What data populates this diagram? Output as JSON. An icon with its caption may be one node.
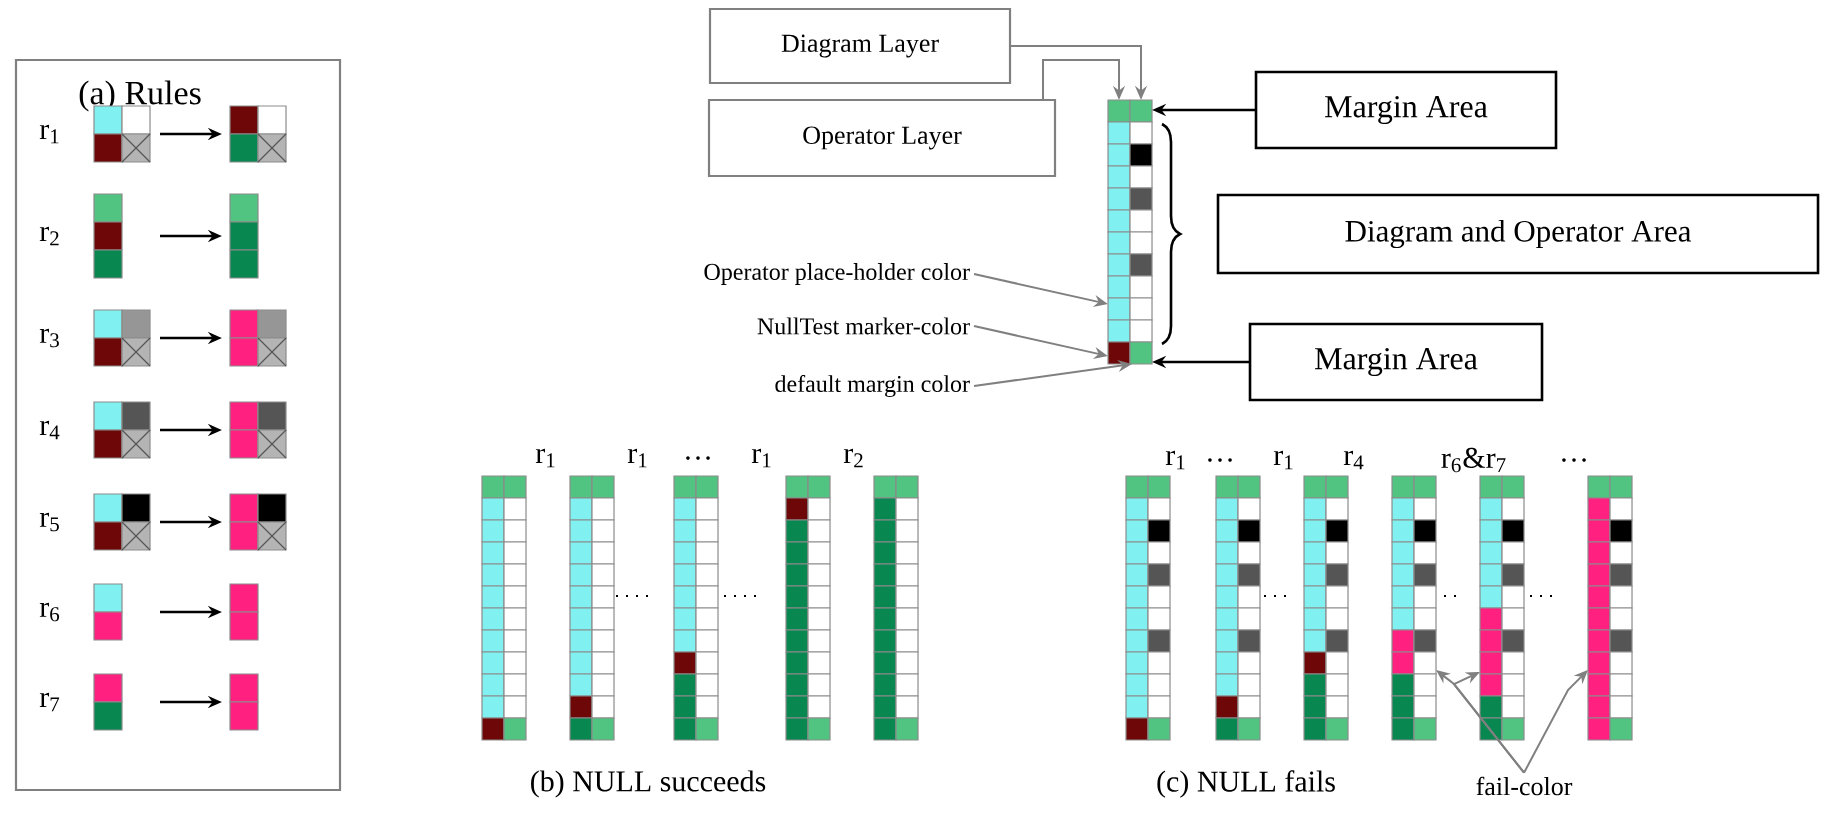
{
  "diagram": {
    "nodes": [
      {
        "text": [
          "(a) Rules"
        ]
      },
      {
        "text": [],
        "shape": "box",
        "in": 0
      },
      {
        "text": [],
        "shape": "box",
        "in": 0
      },
      {
        "text": [],
        "shape": "box",
        "in": 0
      },
      {
        "text": [],
        "shape": "box",
        "in": 0
      },
      {
        "text": [],
        "shape": "box",
        "in": 0
      },
      {
        "text": [],
        "shape": "box",
        "in": 0
      },
      {
        "text": [],
        "shape": "box",
        "in": 0
      },
      {
        "text": [],
        "shape": "box",
        "in": 0
      },
      {
        "text": [],
        "shape": "box",
        "in": 0
      },
      {
        "text": [],
        "shape": "box",
        "in": 0
      },
      {
        "text": [],
        "shape": "box",
        "in": 0
      },
      {
        "text": [],
        "shape": "box",
        "in": 0
      },
      {
        "text": [],
        "shape": "box",
        "in": 0
      },
      {
        "text": [],
        "shape": "box",
        "in": 0
      },
      {
        "text": [
          "Diagram Layer"
        ]
      },
      {
        "text": [
          "Operator Layer"
        ]
      },
      {
        "text": [],
        "shape": "box"
      },
      {
        "text": [
          "Margin Area"
        ]
      },
      {
        "text": [
          "Diagram and Operator Area"
        ]
      },
      {
        "text": [
          "Operator place-holder color"
        ]
      },
      {
        "text": [
          "NullTest marker-color"
        ]
      },
      {
        "text": [
          "default margin color"
        ]
      },
      {
        "text": [
          "Margin Area"
        ]
      },
      {
        "text": [],
        "shape": "box"
      },
      {
        "text": [],
        "shape": "box"
      },
      {
        "text": [],
        "shape": "box"
      },
      {
        "text": [
          "fail-color"
        ]
      }
    ],
    "edges": [
      {
        "from": 1,
        "to": 2,
        "arrow": "to"
      },
      {
        "from": 3,
        "to": 4,
        "arrow": "to"
      },
      {
        "from": 5,
        "to": 6,
        "arrow": "to"
      },
      {
        "from": 7,
        "to": 8,
        "arrow": "to"
      },
      {
        "from": 9,
        "to": 10,
        "arrow": "to"
      },
      {
        "from": 11,
        "to": 12,
        "arrow": "to"
      },
      {
        "from": 13,
        "to": 14,
        "arrow": "to"
      },
      {
        "from": 15,
        "to": 17,
        "arrow": "to",
        "color": "#808080"
      },
      {
        "from": 16,
        "to": 17,
        "arrow": "to",
        "color": "#808080"
      },
      {
        "from": 18,
        "to": 17,
        "arrow": "to"
      },
      {
        "from": 20,
        "to": 17,
        "arrow": "to",
        "color": "#808080"
      },
      {
        "from": 21,
        "to": 17,
        "arrow": "to",
        "color": "#808080"
      },
      {
        "from": 22,
        "to": 17,
        "arrow": "to",
        "color": "#808080"
      },
      {
        "from": 23,
        "to": 17,
        "arrow": "to"
      },
      {
        "from": 27,
        "to": 24,
        "arrow": "to",
        "color": "#808080"
      },
      {
        "from": 27,
        "to": 25,
        "arrow": "to",
        "color": "#808080"
      },
      {
        "from": 27,
        "to": 26,
        "arrow": "to",
        "color": "#808080"
      }
    ],
    "labels": [
      "r$_{1}$",
      "r$_{2}$",
      "r$_{3}$",
      "r$_{4}$",
      "r$_{5}$",
      "r$_{6}$",
      "r$_{7}$",
      "r$_{1}$",
      "r$_{1}$",
      "…",
      "r$_{1}$",
      "r$_{2}$",
      "r$_{1}$",
      "…",
      "r$_{1}$",
      "r$_{4}$",
      "r$_{6}$&r$_{7}$",
      "…",
      "(b) NULL succeeds",
      "(c) NULL fails"
    ]
  }
}
